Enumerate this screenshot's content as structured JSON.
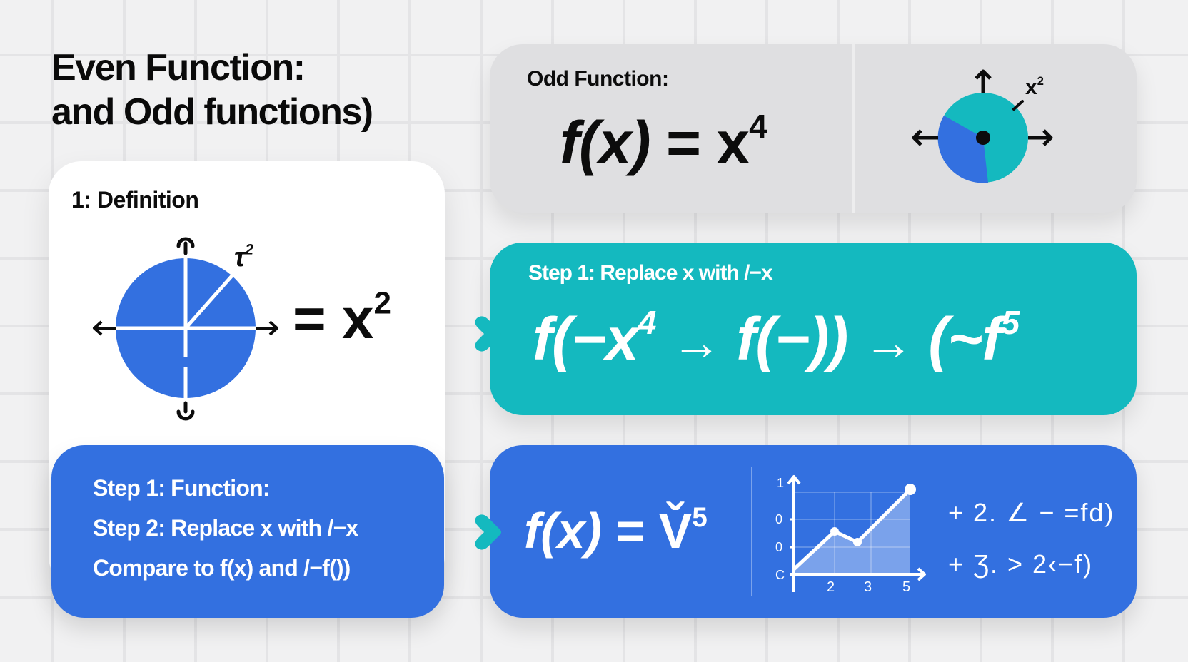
{
  "title": {
    "line1": "Even Function:",
    "line2": "and Odd functions)"
  },
  "definition_card": {
    "heading": "1: Definition",
    "circle_label": "τ2",
    "circle_label_base": "τ",
    "circle_label_exp": "2",
    "equation_prefix": "= x",
    "equation_exp": "2",
    "icons": [
      "up-arrow-icon",
      "down-arrow-icon",
      "left-arrow-icon",
      "right-arrow-icon"
    ],
    "circle_color": "#3370e0"
  },
  "odd_card": {
    "label": "Odd Function:",
    "formula_fn": "f(x)",
    "formula_eq": " = x",
    "formula_exp": "4",
    "diagram_label_base": "x",
    "diagram_label_exp": "2",
    "pie_colors": {
      "teal": "#14b9bf",
      "blue": "#3370e0"
    }
  },
  "teal_card": {
    "step": "Step 1: Replace x with /−x",
    "formula_part1": "f(−x",
    "formula_part1_exp": "4",
    "arrow1": "→",
    "formula_part2": "f(−))",
    "arrow2": "→",
    "formula_part3": "(~f",
    "formula_part3_exp": "5",
    "color": "#14b9bf"
  },
  "blue_steps_card": {
    "lines": [
      "Step 1: Function:",
      "Step 2: Replace x with /−x",
      "Compare to f(x) and /−f())"
    ],
    "color": "#3370e0"
  },
  "blue_formula_card": {
    "formula_fn": "f(x)",
    "formula_eq": " = V̌",
    "formula_exp": "5",
    "side_equations": [
      "+ 2. ∠ − =fd)",
      "+ Ʒ. > 2‹−f)"
    ]
  },
  "chart_data": {
    "type": "area",
    "title": "",
    "x": [
      1,
      2,
      3,
      5
    ],
    "xtick_labels": [
      "2",
      "3",
      "5"
    ],
    "ytick_labels": [
      "1",
      "0",
      "0",
      "С"
    ],
    "values": [
      0.1,
      0.45,
      0.35,
      0.95
    ],
    "xlabel": "",
    "ylabel": "",
    "grid": true,
    "ylim": [
      0,
      1
    ]
  }
}
